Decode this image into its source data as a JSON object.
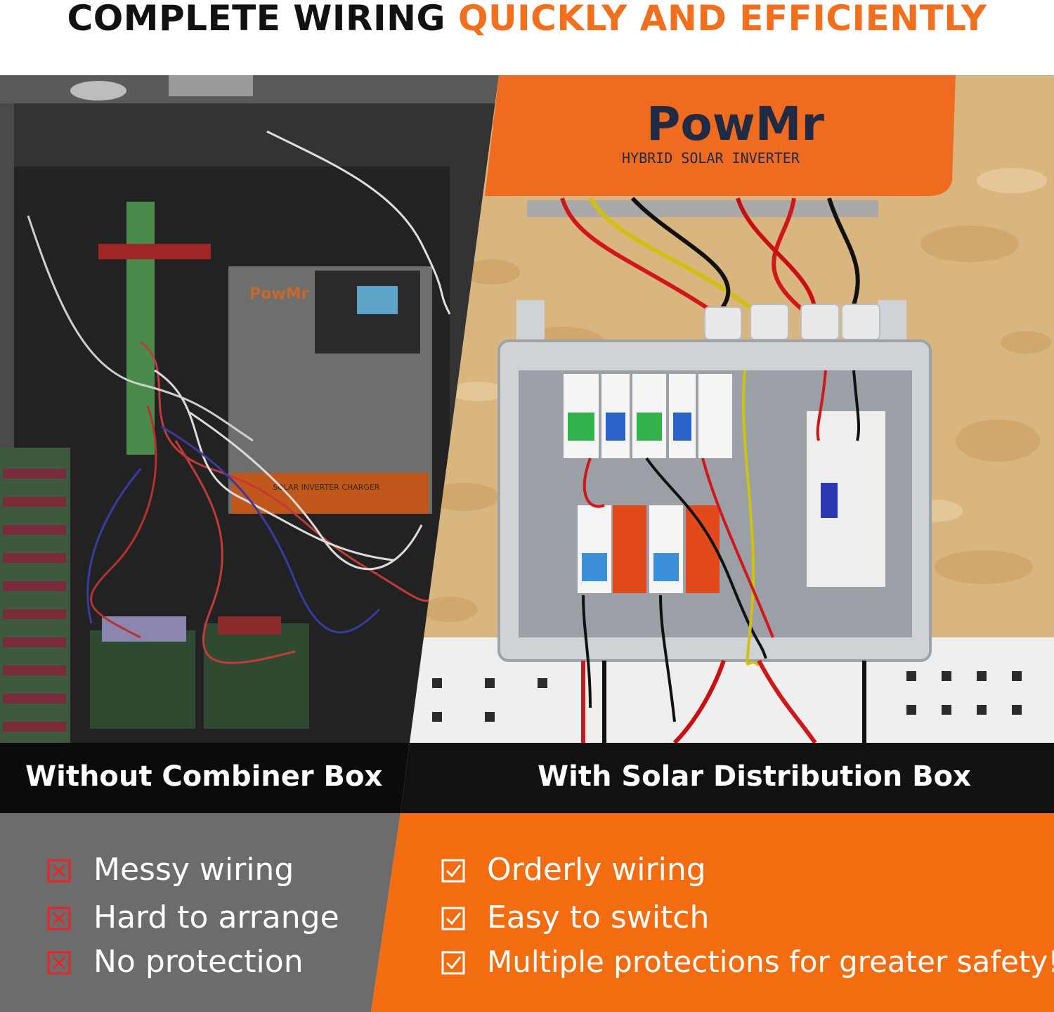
{
  "headline": {
    "part1": "COMPLETE WIRING",
    "part2": "QUICKLY AND EFFICIENTLY"
  },
  "photo_left": {
    "inverter_brand": "PowMr",
    "inverter_label": "SOLAR INVERTER CHARGER"
  },
  "photo_right": {
    "inverter_brand": "PowMr",
    "inverter_label": "HYBRID SOLAR INVERTER"
  },
  "captions": {
    "left": "Without Combiner Box",
    "right": "With Solar Distribution Box"
  },
  "without_box": {
    "icon": "cross-box-icon",
    "items": [
      "Messy wiring",
      "Hard to arrange",
      "No protection"
    ]
  },
  "with_box": {
    "icon": "check-box-icon",
    "items": [
      "Orderly wiring",
      "Easy to switch",
      "Multiple protections for greater safety!"
    ]
  },
  "colors": {
    "accent": "#f26f1e",
    "panel_orange": "#f46c10",
    "panel_gray": "#6c6c6c",
    "cross_red": "#e8262a",
    "band_black": "#0b0b0b"
  }
}
